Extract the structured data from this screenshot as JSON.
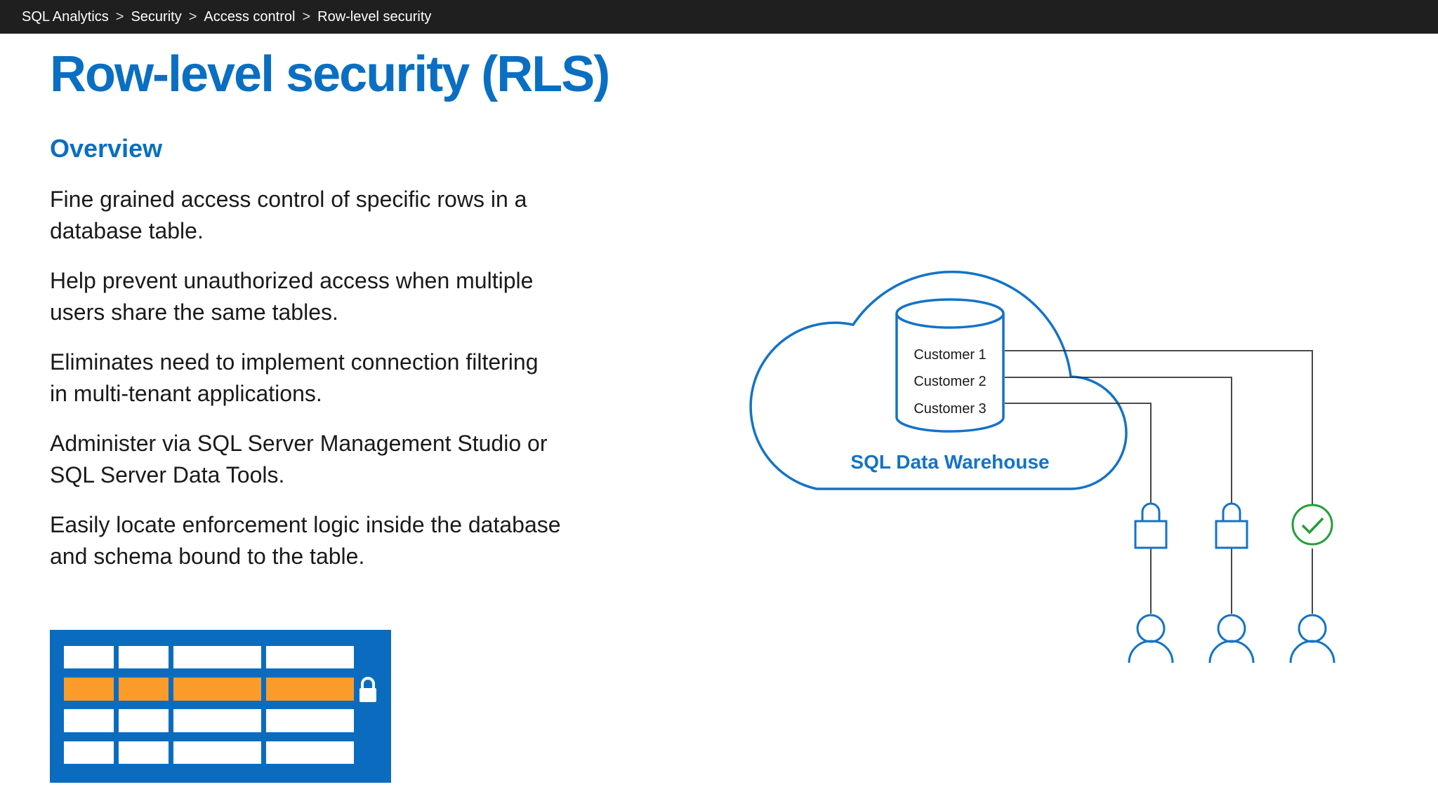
{
  "breadcrumb": {
    "items": [
      "SQL Analytics",
      "Security",
      "Access control",
      "Row-level security"
    ],
    "separator": ">"
  },
  "page": {
    "title": "Row-level security (RLS)",
    "overview_heading": "Overview",
    "bullets": [
      "Fine grained access control of specific rows in a\ndatabase table.",
      "Help prevent unauthorized access when multiple\nusers share the same tables.",
      "Eliminates need to implement connection filtering\nin multi-tenant applications.",
      "Administer via SQL Server Management Studio or\nSQL Server Data Tools.",
      "Easily locate enforcement logic inside the database\nand schema bound to the table."
    ]
  },
  "diagram": {
    "cloud_label": "SQL Data Warehouse",
    "customers": [
      "Customer 1",
      "Customer 2",
      "Customer 3"
    ]
  },
  "colors": {
    "brand_blue": "#0a6fc2",
    "diagram_blue": "#1473c6",
    "table_blue": "#0b6cbf",
    "highlight_orange": "#fb9c2a",
    "check_green": "#21a038",
    "topbar": "#1f1f1f"
  }
}
